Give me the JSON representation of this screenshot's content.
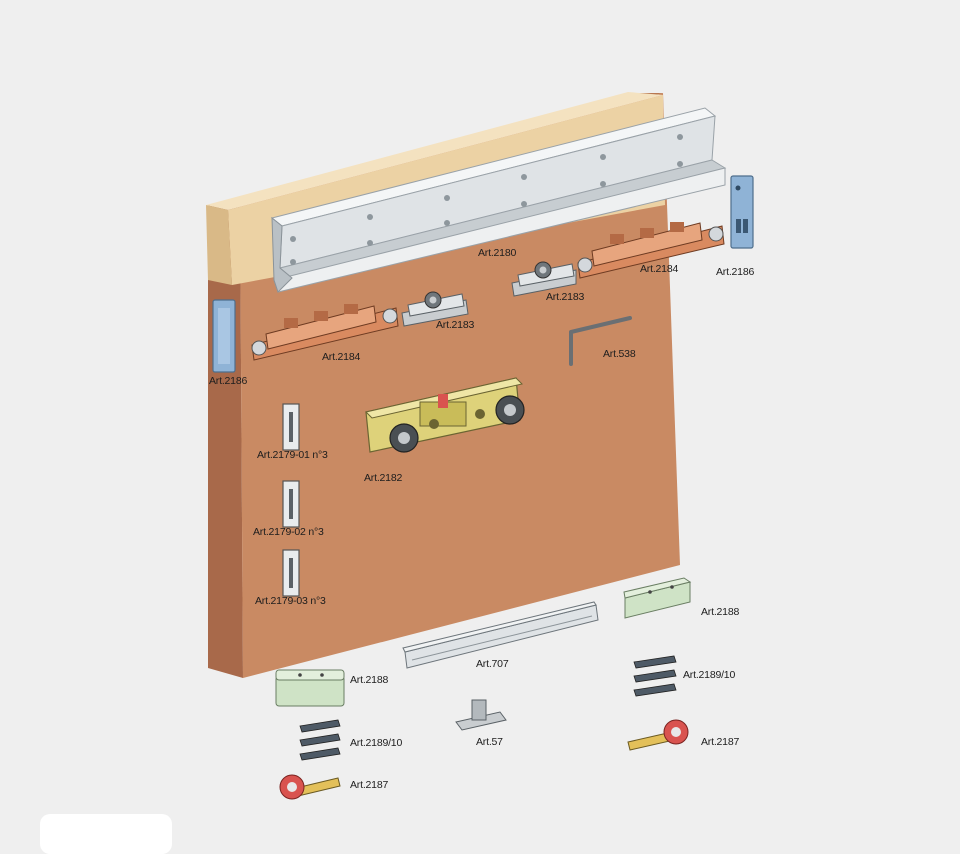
{
  "labels": {
    "art2180": "Art.2180",
    "art2184_right": "Art.2184",
    "art2186_right": "Art.2186",
    "art2183_right": "Art.2183",
    "art2183_left": "Art.2183",
    "art2184_left": "Art.2184",
    "art538": "Art.538",
    "art2186_left": "Art.2186",
    "art2179_01": "Art.2179-01 n°3",
    "art2182": "Art.2182",
    "art2179_02": "Art.2179-02 n°3",
    "art2179_03": "Art.2179-03 n°3",
    "art2188_right": "Art.2188",
    "art707": "Art.707",
    "art2188_left": "Art.2188",
    "art2189_10_right": "Art.2189/10",
    "art57": "Art.57",
    "art2187_right": "Art.2187",
    "art2189_10_left": "Art.2189/10",
    "art2187_left": "Art.2187"
  },
  "colors": {
    "background": "#efefef",
    "door_front": "#c98a63",
    "door_side": "#a8694a",
    "header_board": "#ecd2a4",
    "aluminium": "#d6dadd",
    "bracket_blue": "#8fb3d6",
    "carriage_orange": "#d98a60",
    "roller_yellow": "#ded27a",
    "guide_green": "#cfe3c6",
    "wheel_red": "#d9534f"
  }
}
